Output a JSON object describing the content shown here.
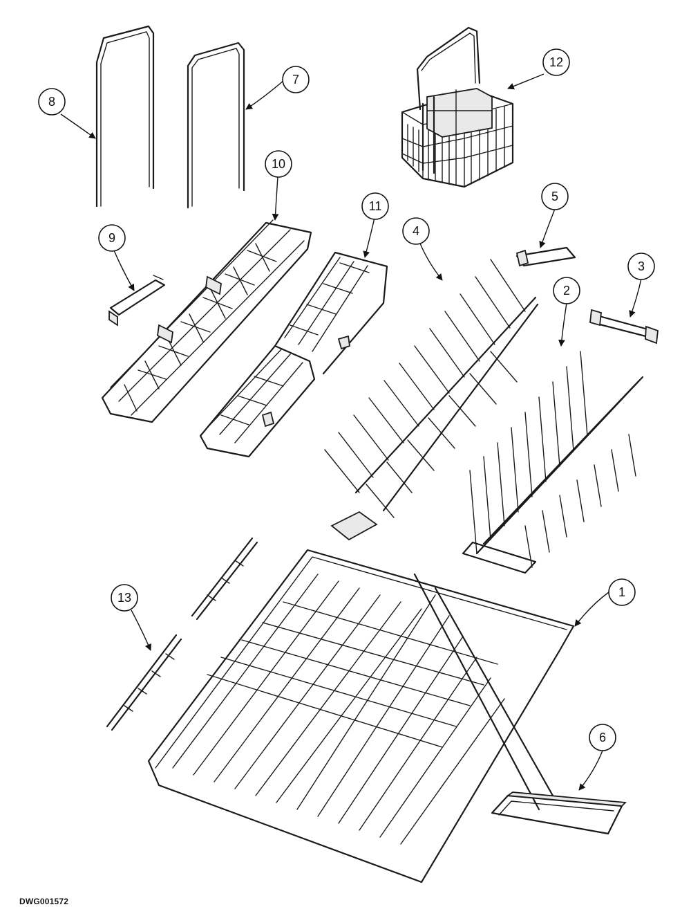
{
  "drawing_id": "DWG001572",
  "callouts": [
    {
      "label": "1"
    },
    {
      "label": "2"
    },
    {
      "label": "3"
    },
    {
      "label": "4"
    },
    {
      "label": "5"
    },
    {
      "label": "6"
    },
    {
      "label": "7"
    },
    {
      "label": "8"
    },
    {
      "label": "9"
    },
    {
      "label": "10"
    },
    {
      "label": "11"
    },
    {
      "label": "12"
    },
    {
      "label": "13"
    }
  ]
}
